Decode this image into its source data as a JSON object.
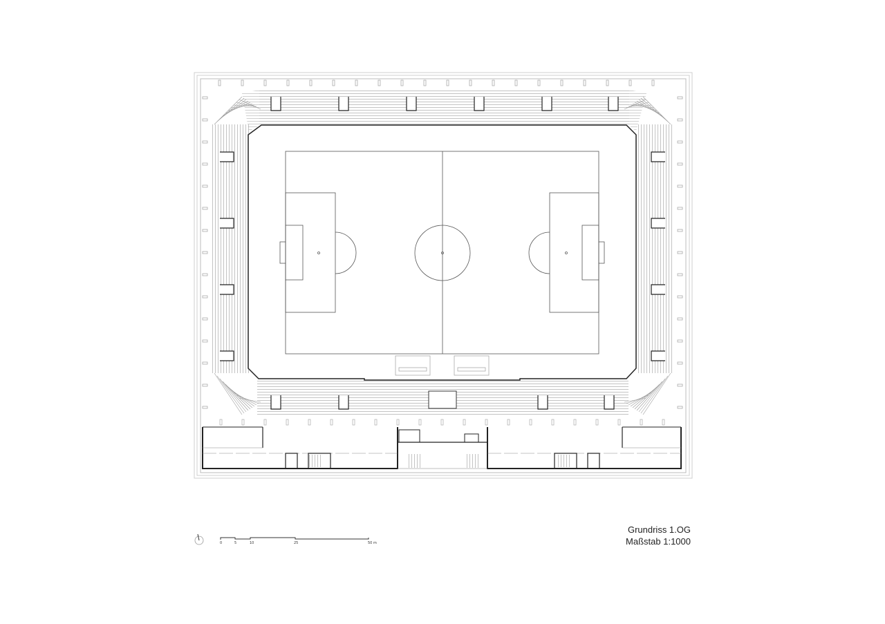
{
  "drawing": {
    "title": "Grundriss 1.OG",
    "scale_text": "Maßstab 1:1000",
    "subject": "Stadium floor plan, upper level (1st floor) with football pitch and surrounding stands"
  },
  "scale_bar": {
    "ticks": [
      "0",
      "5",
      "10",
      "25",
      "50 m"
    ]
  },
  "north_arrow": {
    "icon": "north-arrow-icon"
  },
  "colors": {
    "line": "#222222",
    "light_line": "#9a9a9a",
    "background": "#ffffff"
  }
}
